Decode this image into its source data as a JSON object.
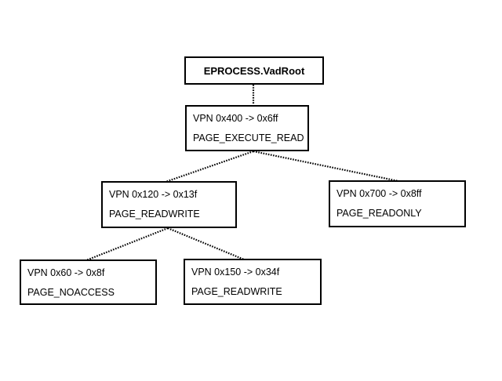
{
  "diagram": {
    "root": {
      "label": "EPROCESS.VadRoot"
    },
    "nodes": [
      {
        "id": "vad-400",
        "range": "VPN 0x400 -> 0x6ff",
        "protection": "PAGE_EXECUTE_READ"
      },
      {
        "id": "vad-120",
        "range": "VPN 0x120 -> 0x13f",
        "protection": "PAGE_READWRITE"
      },
      {
        "id": "vad-700",
        "range": "VPN 0x700 -> 0x8ff",
        "protection": "PAGE_READONLY"
      },
      {
        "id": "vad-60",
        "range": "VPN 0x60 -> 0x8f",
        "protection": "PAGE_NOACCESS"
      },
      {
        "id": "vad-150",
        "range": "VPN 0x150 -> 0x34f",
        "protection": "PAGE_READWRITE"
      }
    ],
    "edges": [
      {
        "from": "root",
        "to": "vad-400"
      },
      {
        "from": "vad-400",
        "to": "vad-120"
      },
      {
        "from": "vad-400",
        "to": "vad-700"
      },
      {
        "from": "vad-120",
        "to": "vad-60"
      },
      {
        "from": "vad-120",
        "to": "vad-150"
      }
    ]
  }
}
